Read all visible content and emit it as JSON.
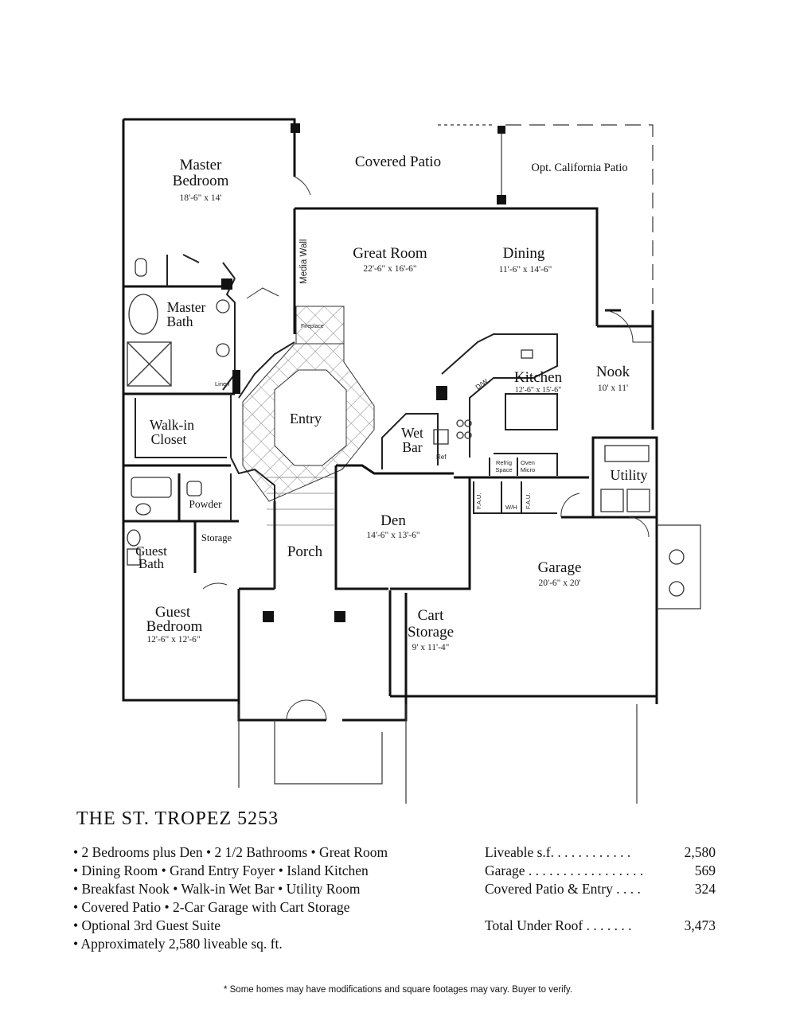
{
  "rooms": {
    "master_bedroom": [
      "Master",
      "Bedroom"
    ],
    "master_bedroom_dim": "18'-6\" x 14'",
    "covered_patio": "Covered Patio",
    "opt_california_patio": "Opt. California Patio",
    "great_room": "Great Room",
    "great_room_dim": "22'-6\" x 16'-6\"",
    "dining": "Dining",
    "dining_dim": "11'-6\" x 14'-6\"",
    "media_wall": "Media Wall",
    "master_bath": [
      "Master",
      "Bath"
    ],
    "fireplace": "Fireplace",
    "linen": "Linen",
    "kitchen": "Kitchen",
    "kitchen_dim": "12'-6\" x 15'-6\"",
    "dw": "D/W",
    "nook": "Nook",
    "nook_dim": "10' x 11'",
    "entry": "Entry",
    "walkin_closet": [
      "Walk-in",
      "Closet"
    ],
    "wet_bar": [
      "Wet",
      "Bar"
    ],
    "ref": "Ref",
    "refrig_space": [
      "Refrig",
      "Space"
    ],
    "oven_micro": [
      "Oven",
      "Micro"
    ],
    "utility": "Utility",
    "fau1": "F.A.U.",
    "fau2": "F.A.U.",
    "wh": "W/H",
    "powder": "Powder",
    "storage": "Storage",
    "den": "Den",
    "den_dim": "14'-6\" x 13'-6\"",
    "porch": "Porch",
    "guest_bath": [
      "Guest",
      "Bath"
    ],
    "garage": "Garage",
    "garage_dim": "20'-6\" x 20'",
    "guest_bedroom": [
      "Guest",
      "Bedroom"
    ],
    "guest_bedroom_dim": "12'-6\" x 12'-6\"",
    "cart_storage": [
      "Cart",
      "Storage"
    ],
    "cart_storage_dim": "9' x 11'-4\""
  },
  "title": "THE ST. TROPEZ 5253",
  "features": [
    "• 2 Bedrooms plus Den • 2 1/2 Bathrooms • Great Room",
    "• Dining Room • Grand Entry Foyer • Island Kitchen",
    "• Breakfast Nook • Walk-in Wet Bar • Utility Room",
    "• Covered Patio • 2-Car Garage with Cart Storage",
    "• Optional 3rd Guest Suite",
    "• Approximately 2,580 liveable sq. ft."
  ],
  "stats": [
    {
      "label": "Liveable s.f.",
      "leader": " . . . . . . . . . . .",
      "value": "2,580"
    },
    {
      "label": "Garage",
      "leader": " . . . . . . . . . . . . . . . . .",
      "value": "569"
    },
    {
      "label": "Covered Patio & Entry",
      "leader": " . . . .",
      "value": "324"
    },
    {
      "label": "Total Under Roof",
      "leader": " . . . . . . .",
      "value": "3,473"
    }
  ],
  "disclaimer": "* Some homes may have modifications and square footages may vary. Buyer to verify."
}
